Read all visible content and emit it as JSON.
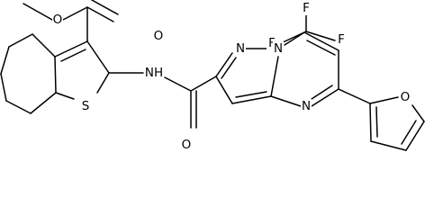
{
  "figure": {
    "labels": {
      "o_ester_carbonyl": "O",
      "o_ester_single": "O",
      "s_thiophene": "S",
      "nh_amide": "NH",
      "o_amide": "O",
      "f_top": "F",
      "f_left": "F",
      "f_right": "F",
      "n_ring_top": "N",
      "n_ring_bridge": "N",
      "n_pyrimidine": "N",
      "o_furan": "O"
    }
  }
}
